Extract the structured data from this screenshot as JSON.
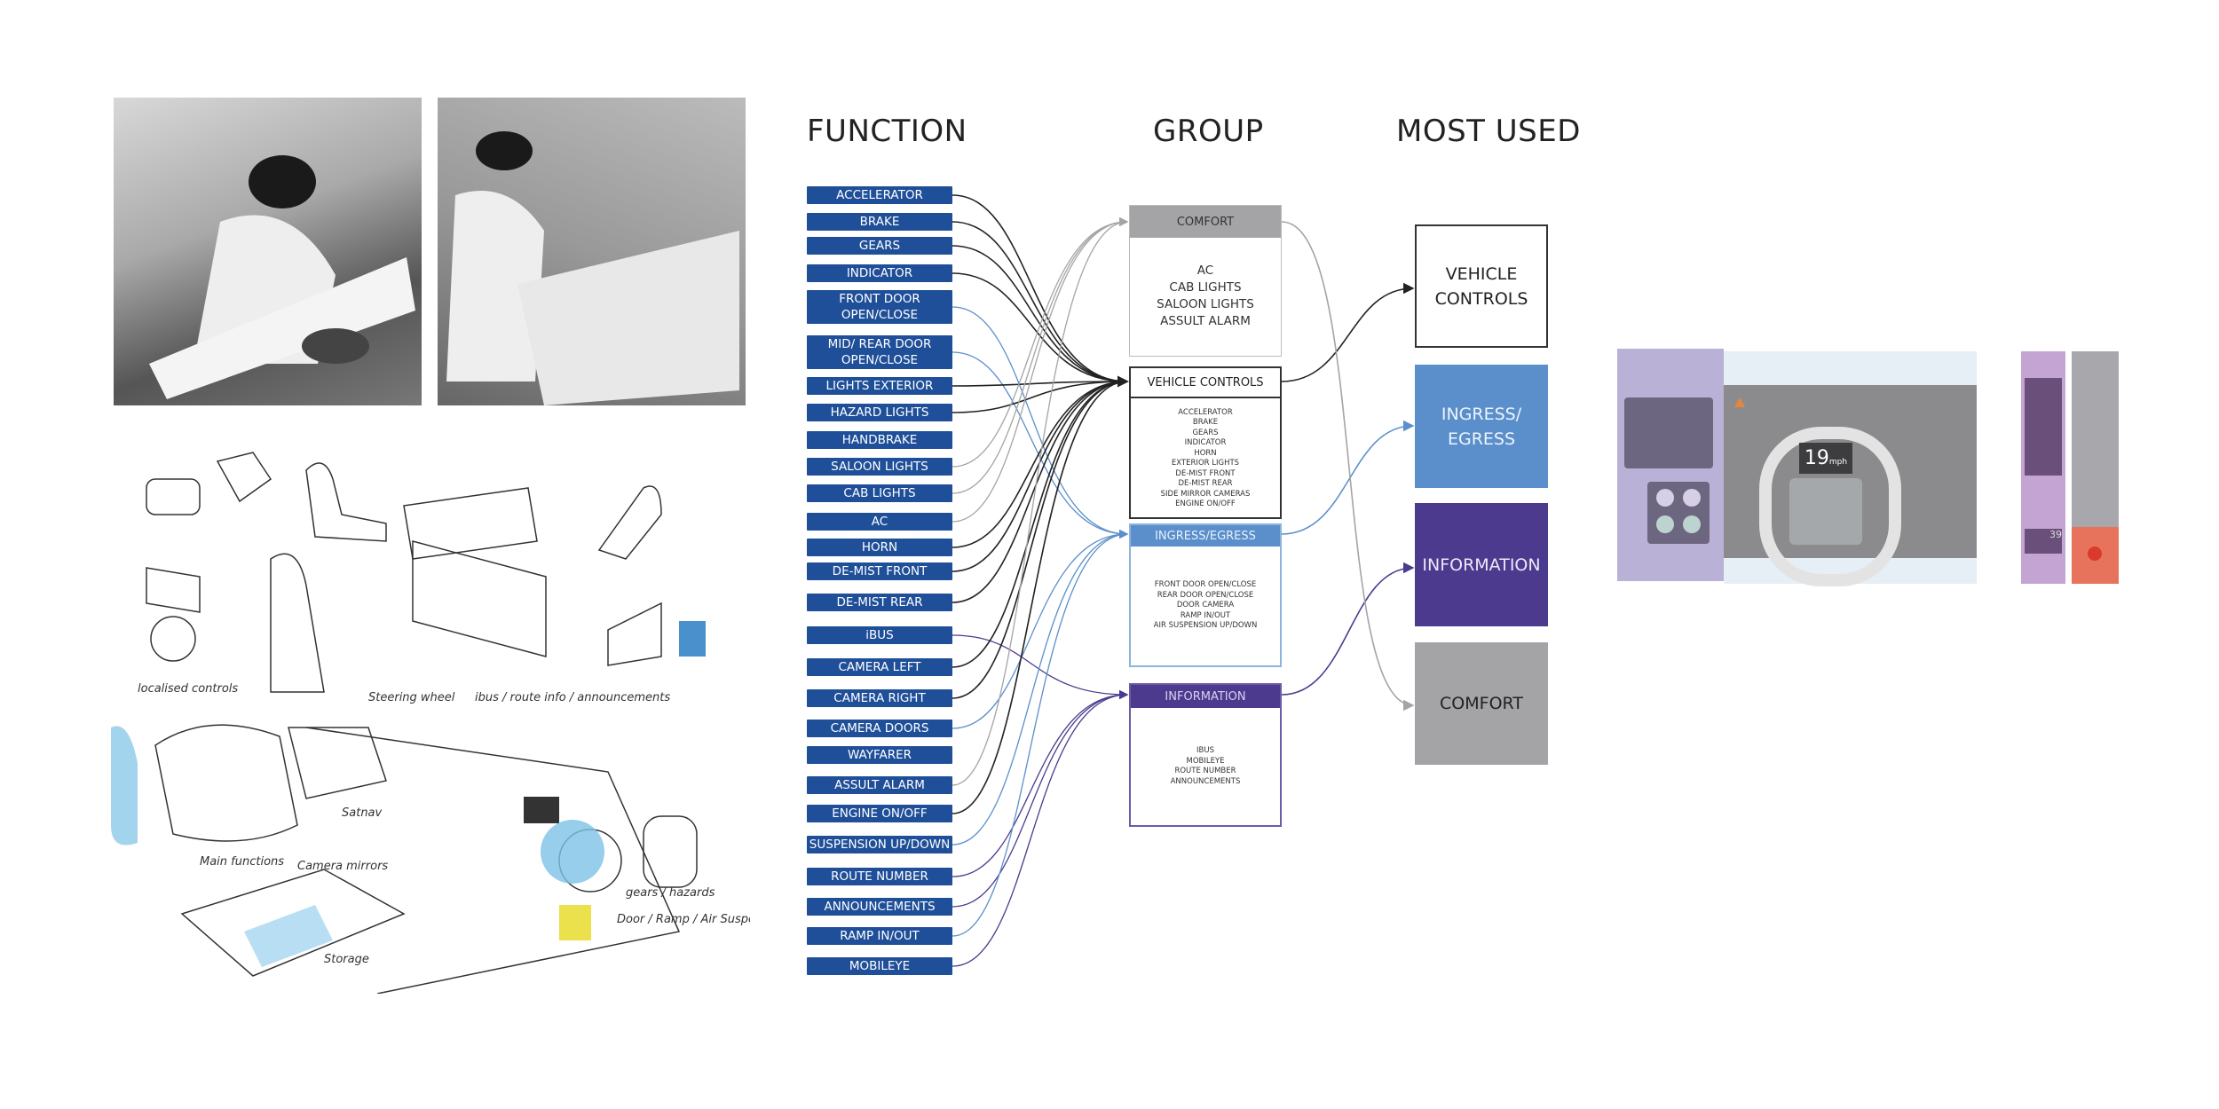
{
  "headings": {
    "function": "FUNCTION",
    "group": "GROUP",
    "most_used": "MOST USED"
  },
  "colors": {
    "function_bg": "#1f4f99",
    "vehicle": "#222222",
    "comfort": "#a4a4a6",
    "ingress": "#5b8fcb",
    "information": "#4b3a8e"
  },
  "functions": [
    {
      "label": "ACCELERATOR",
      "group": "vehicle"
    },
    {
      "label": "BRAKE",
      "group": "vehicle"
    },
    {
      "label": "GEARS",
      "group": "vehicle"
    },
    {
      "label": "INDICATOR",
      "group": "vehicle"
    },
    {
      "label": "FRONT DOOR OPEN/CLOSE",
      "group": "ingress"
    },
    {
      "label": "MID/ REAR DOOR OPEN/CLOSE",
      "group": "ingress"
    },
    {
      "label": "LIGHTS EXTERIOR",
      "group": "vehicle"
    },
    {
      "label": "HAZARD LIGHTS",
      "group": "vehicle"
    },
    {
      "label": "HANDBRAKE",
      "group": ""
    },
    {
      "label": "SALOON LIGHTS",
      "group": "comfort"
    },
    {
      "label": "CAB LIGHTS",
      "group": "comfort"
    },
    {
      "label": "AC",
      "group": "comfort"
    },
    {
      "label": "HORN",
      "group": "vehicle"
    },
    {
      "label": "DE-MIST FRONT",
      "group": "vehicle"
    },
    {
      "label": "DE-MIST REAR",
      "group": "vehicle"
    },
    {
      "label": "iBUS",
      "group": "information"
    },
    {
      "label": "CAMERA LEFT",
      "group": "vehicle"
    },
    {
      "label": "CAMERA RIGHT",
      "group": "vehicle"
    },
    {
      "label": "CAMERA DOORS",
      "group": "ingress"
    },
    {
      "label": "WAYFARER",
      "group": ""
    },
    {
      "label": "ASSULT ALARM",
      "group": "comfort"
    },
    {
      "label": "ENGINE ON/OFF",
      "group": "vehicle"
    },
    {
      "label": "SUSPENSION UP/DOWN",
      "group": "ingress"
    },
    {
      "label": "ROUTE NUMBER",
      "group": "information"
    },
    {
      "label": "ANNOUNCEMENTS",
      "group": "information"
    },
    {
      "label": "RAMP IN/OUT",
      "group": "ingress"
    },
    {
      "label": "MOBILEYE",
      "group": "information"
    }
  ],
  "groups": {
    "comfort": {
      "title": "COMFORT",
      "items": [
        "AC",
        "CAB LIGHTS",
        "SALOON LIGHTS",
        "ASSULT ALARM"
      ]
    },
    "vehicle": {
      "title": "VEHICLE CONTROLS",
      "items": [
        "ACCELERATOR",
        "BRAKE",
        "GEARS",
        "INDICATOR",
        "HORN",
        "EXTERIOR LIGHTS",
        "DE-MIST FRONT",
        "DE-MIST REAR",
        "SIDE MIRROR CAMERAS",
        "ENGINE ON/OFF"
      ]
    },
    "ingress": {
      "title": "INGRESS/EGRESS",
      "items": [
        "FRONT DOOR OPEN/CLOSE",
        "REAR DOOR OPEN/CLOSE",
        "DOOR CAMERA",
        "RAMP IN/OUT",
        "AIR SUSPENSION UP/DOWN"
      ]
    },
    "information": {
      "title": "INFORMATION",
      "items": [
        "IBUS",
        "MOBILEYE",
        "ROUTE NUMBER",
        "ANNOUNCEMENTS"
      ]
    }
  },
  "most_used": [
    {
      "label": "VEHICLE CONTROLS",
      "group": "vehicle"
    },
    {
      "label": "INGRESS/ EGRESS",
      "group": "ingress"
    },
    {
      "label": "INFORMATION",
      "group": "information"
    },
    {
      "label": "COMFORT",
      "group": "comfort"
    }
  ],
  "dashboard": {
    "speed": "19",
    "unit": "mph",
    "route": "39"
  },
  "sketch_notes": [
    "localised controls",
    "Steering wheel",
    "ibus / route info / announcements",
    "Satnav",
    "gears / hazards",
    "Door / Ramp / Air Suspension",
    "Main functions",
    "Camera mirrors",
    "Storage"
  ]
}
